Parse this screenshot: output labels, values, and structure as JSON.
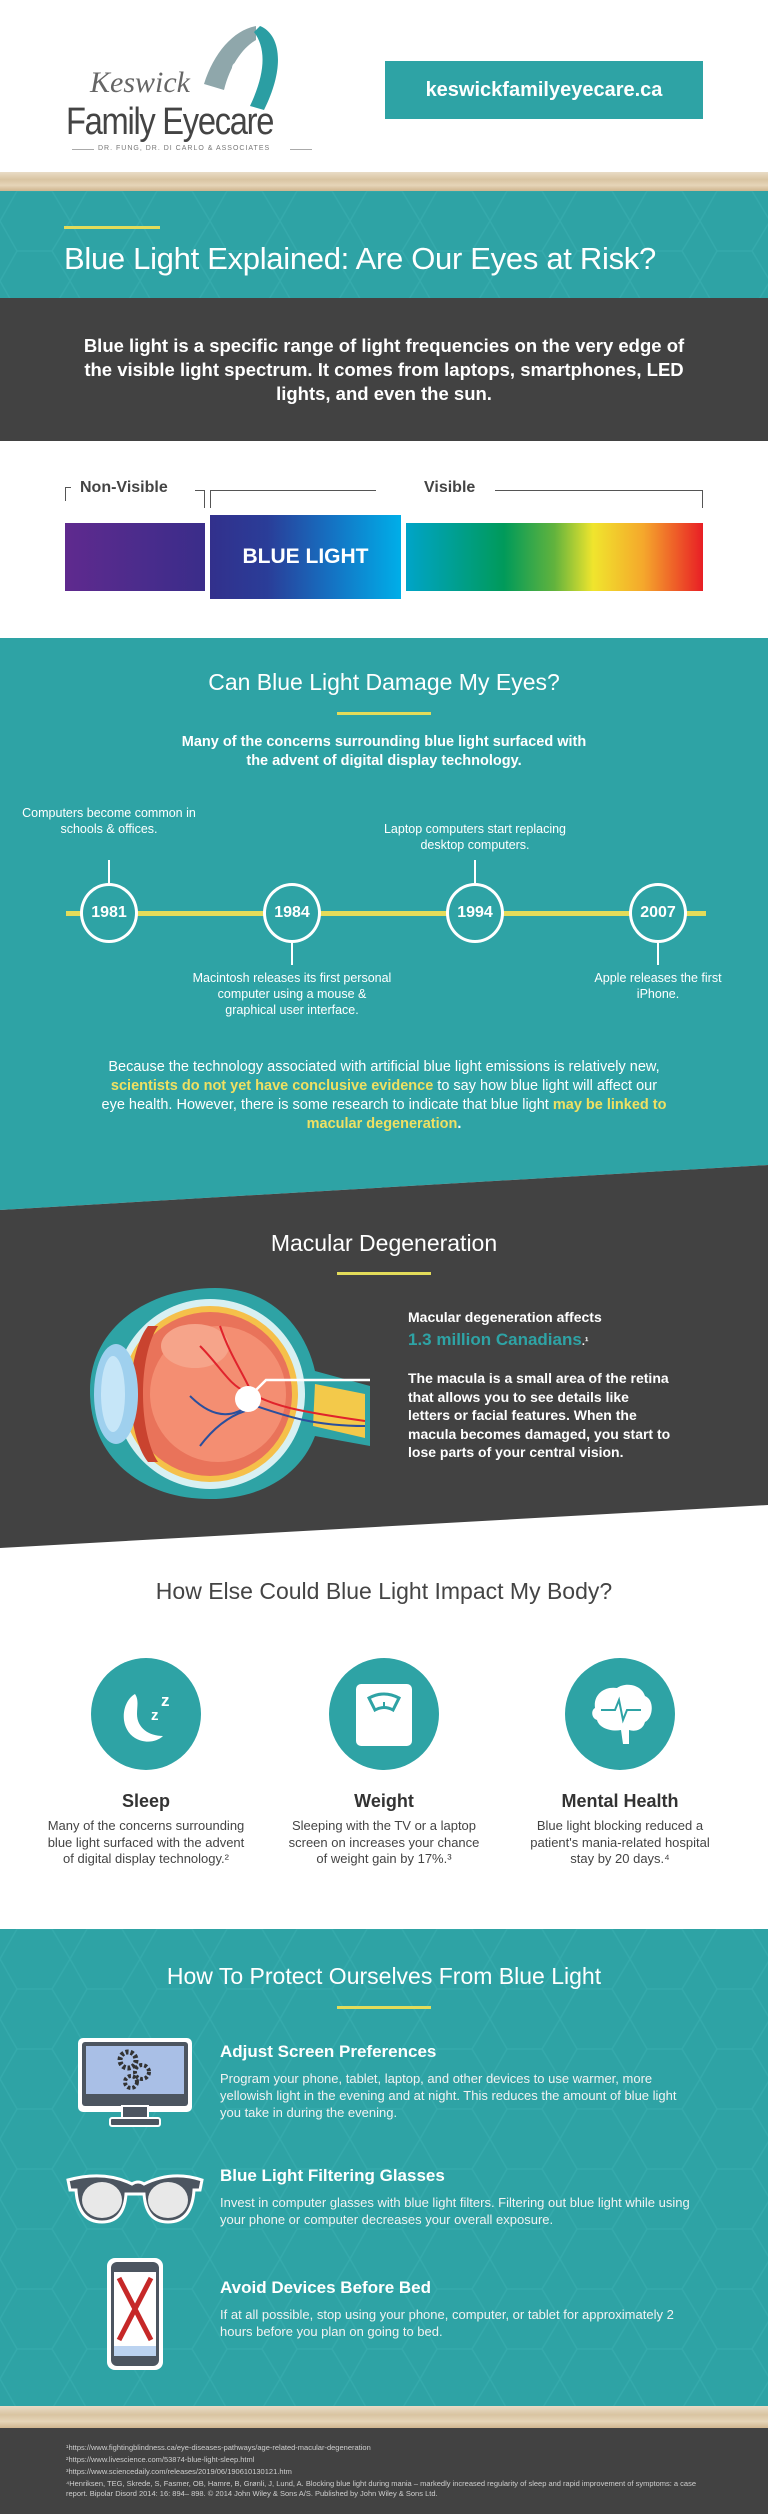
{
  "header": {
    "logo": {
      "script": "Keswick",
      "name": "Family Eyecare",
      "tagline": "DR. FUNG, DR. DI CARLO & ASSOCIATES"
    },
    "website": "keswickfamilyeyecare.ca"
  },
  "hero": {
    "title": "Blue Light Explained: Are Our Eyes at Risk?"
  },
  "intro": {
    "text": "Blue light is a specific range of light frequencies on the very edge of the visible light spectrum. It comes from laptops, smartphones, LED lights, and even the sun."
  },
  "spectrum": {
    "non_visible_label": "Non-Visible",
    "visible_label": "Visible",
    "blue_light_label": "BLUE LIGHT"
  },
  "damage": {
    "title": "Can Blue Light Damage My Eyes?",
    "subtitle": "Many of the concerns surrounding blue light surfaced with the advent of digital display technology.",
    "timeline": [
      {
        "year": "1981",
        "caption": "Computers become common in schools & offices."
      },
      {
        "year": "1984",
        "caption": "Macintosh releases its first personal computer using a mouse & graphical user interface."
      },
      {
        "year": "1994",
        "caption": "Laptop computers start replacing desktop computers."
      },
      {
        "year": "2007",
        "caption": "Apple releases the first iPhone."
      }
    ],
    "para": {
      "p1": "Because the technology associated with artificial blue light emissions is relatively new, ",
      "h1": "scientists do not yet have conclusive evidence",
      "p2": " to say how blue light will affect our eye health. However, there is some research to indicate that blue light ",
      "h2": "may be linked to macular degeneration",
      "p3": "."
    }
  },
  "macular": {
    "title": "Macular Degeneration",
    "affects": "Macular degeneration affects",
    "stat": "1.3 million Canadians",
    "stat_suffix": ".¹",
    "description": "The macula is a small area of the retina that allows you to see details like letters or facial features. When the macula becomes damaged, you start to lose parts of your central vision."
  },
  "impact": {
    "title": "How Else Could Blue Light Impact My Body?",
    "items": [
      {
        "icon": "moon-sleep-icon",
        "title": "Sleep",
        "text": "Many of the concerns surrounding blue light surfaced with the advent of digital display technology.²"
      },
      {
        "icon": "scale-icon",
        "title": "Weight",
        "text": "Sleeping with the TV or a laptop screen on increases your chance of weight gain by 17%.³"
      },
      {
        "icon": "brain-icon",
        "title": "Mental Health",
        "text": "Blue light blocking reduced a patient's mania-related hospital stay by 20 days.⁴"
      }
    ]
  },
  "protect": {
    "title": "How To Protect Ourselves From Blue Light",
    "items": [
      {
        "icon": "monitor-gears-icon",
        "title": "Adjust Screen Preferences",
        "text": "Program your phone, tablet, laptop, and other devices to use warmer, more yellowish light in the evening and at night. This reduces the amount of blue light you take in during the evening."
      },
      {
        "icon": "glasses-icon",
        "title": "Blue Light Filtering Glasses",
        "text": "Invest in computer glasses with blue light filters. Filtering out blue light while using your phone or computer decreases your overall exposure."
      },
      {
        "icon": "phone-crossed-icon",
        "title": "Avoid Devices Before Bed",
        "text": "If at all possible, stop using your phone, computer, or tablet for approximately 2 hours before you plan on going to bed."
      }
    ]
  },
  "footnotes": [
    "¹https://www.fightingblindness.ca/eye-diseases-pathways/age-related-macular-degeneration",
    "²https://www.livescience.com/53874-blue-light-sleep.html",
    "³https://www.sciencedaily.com/releases/2019/06/190610130121.htm",
    "⁴Henriksen, TEG, Skrede, S, Fasmer, OB, Hamre, B, Grønli, J, Lund, A. Blocking blue light during mania – markedly increased regularity of sleep and rapid improvement of symptoms: a case report. Bipolar Disord 2014: 16: 894– 898. © 2014 John Wiley & Sons A/S. Published by John Wiley & Sons Ltd."
  ],
  "colors": {
    "teal": "#2ea3a5",
    "dark": "#424242",
    "yellow": "#e3dc5a"
  }
}
